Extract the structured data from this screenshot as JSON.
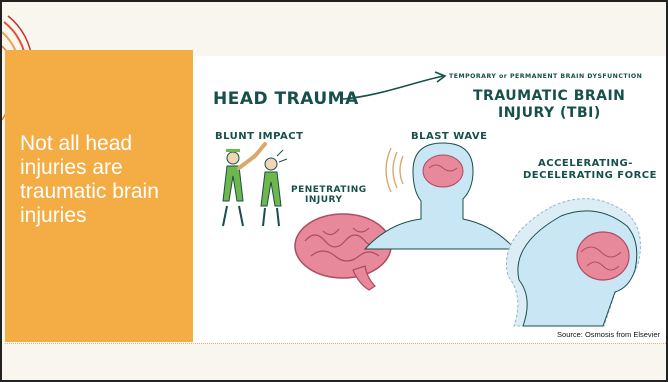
{
  "slide": {
    "body_text": "Not all head injuries are traumatic brain injuries",
    "source_caption": "Source: Osmosis from Elsevier"
  },
  "diagram": {
    "head_trauma": "HEAD TRAUMA",
    "arrow_caption": "TEMPORARY or PERMANENT BRAIN DYSFUNCTION",
    "tbi_line1": "TRAUMATIC BRAIN",
    "tbi_line2": "INJURY (TBI)",
    "blunt_impact": "BLUNT IMPACT",
    "blast_wave": "BLAST WAVE",
    "penetrating_line1": "PENETRATING",
    "penetrating_line2": "INJURY",
    "accel_line1": "ACCELERATING-",
    "accel_line2": "DECELERATING FORCE"
  },
  "colors": {
    "panel_orange": "#f4ad45",
    "ink_teal": "#17504a",
    "brain_pink": "#e8899b",
    "figure_green": "#6fb64c",
    "head_blue": "#c8e6f3"
  }
}
